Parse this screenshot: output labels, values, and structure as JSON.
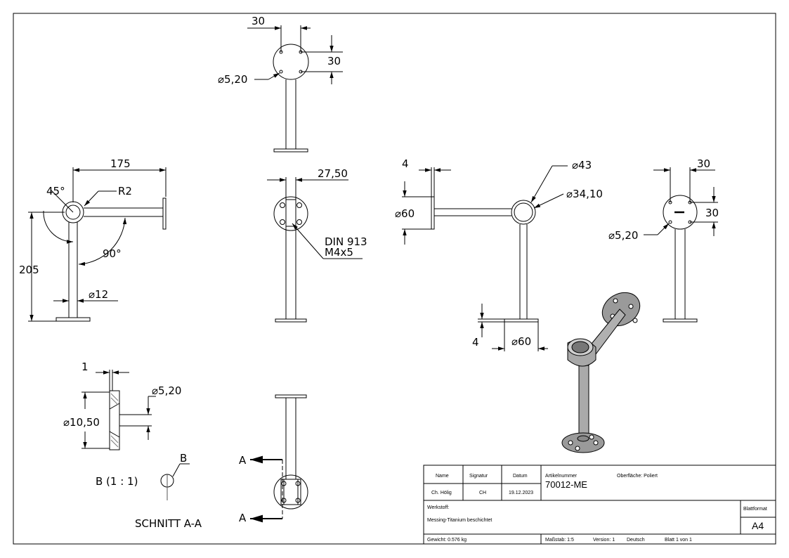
{
  "views": {
    "top": {
      "dim_h": "30",
      "dim_v": "30",
      "hole_dia": "⌀5,20"
    },
    "front": {
      "length": "175",
      "angle1": "45°",
      "radius": "R2",
      "angle2": "90°",
      "height": "205",
      "tube_dia": "⌀12"
    },
    "side": {
      "dim": "27,50",
      "screw_line1": "DIN 913",
      "screw_line2": "M4x5"
    },
    "right": {
      "dim_4": "4",
      "dia_60": "⌀60",
      "dia_43": "⌀43",
      "dia_34": "⌀34,10",
      "dim_4b": "4",
      "dia_60b": "⌀60"
    },
    "far_right": {
      "dim_h": "30",
      "dim_v": "30",
      "hole_dia": "⌀5,20"
    },
    "detail": {
      "dim_1": "1",
      "dia_520": "⌀5,20",
      "dia_1050": "⌀10,50",
      "label": "B (1 : 1)",
      "callout": "B"
    },
    "section": {
      "label": "SCHNITT A-A",
      "a_top": "A",
      "a_bottom": "A"
    }
  },
  "title_block": {
    "h_name": "Name",
    "h_signatur": "Signatur",
    "h_datum": "Datum",
    "name": "Ch. Hölig",
    "signatur": "CH",
    "datum": "19.12.2023",
    "artikel_label": "Artikelnummer",
    "artikel": "70012-ME",
    "oberflaeche": "Oberfläche: Poliert",
    "werkstoff_label": "Werkstoff:",
    "werkstoff": "Messing-Titanium beschichtet",
    "blattformat_label": "Blattformat",
    "blattformat": "A4",
    "gewicht": "Gewicht: 0.576 kg",
    "massstab": "Maßstab: 1:5",
    "version": "Version: 1",
    "sprache": "Deutsch",
    "blatt": "Blatt 1 von 1"
  }
}
